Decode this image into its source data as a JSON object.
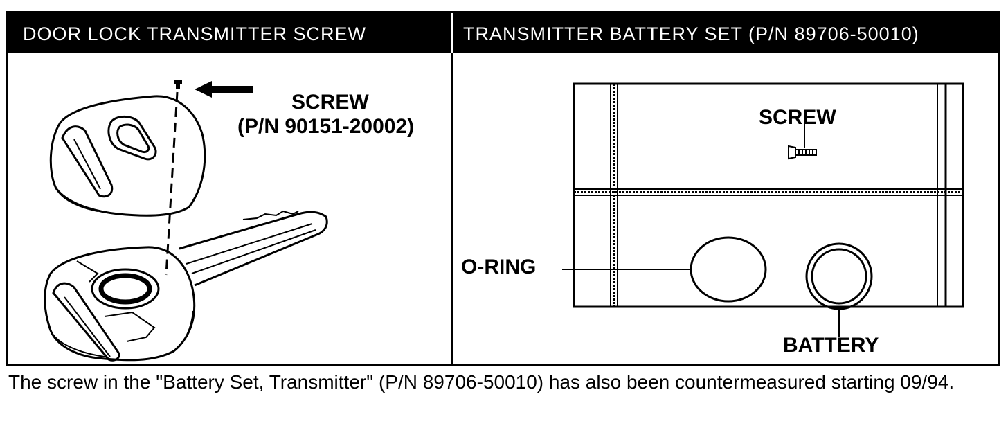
{
  "headers": {
    "left": "DOOR LOCK TRANSMITTER SCREW",
    "right": "TRANSMITTER BATTERY SET (P/N 89706-50010)"
  },
  "left_panel": {
    "screw_label": "SCREW",
    "screw_part": "(P/N 90151-20002)"
  },
  "right_panel": {
    "screw_label": "SCREW",
    "oring_label": "O-RING",
    "battery_label": "BATTERY"
  },
  "caption": "The screw in the \"Battery Set, Transmitter\" (P/N 89706-50010) has also been countermeasured starting 09/94.",
  "colors": {
    "ink": "#000000",
    "paper": "#ffffff"
  }
}
